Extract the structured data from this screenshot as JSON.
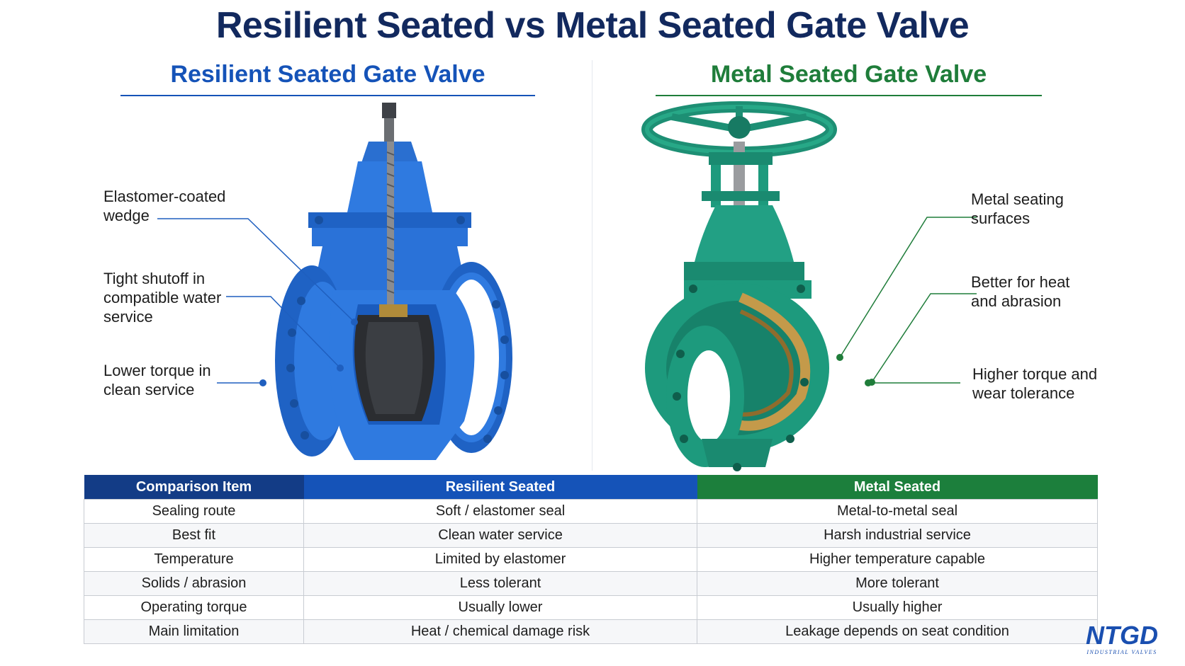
{
  "title": "Resilient Seated vs Metal Seated Gate Valve",
  "left_panel": {
    "heading": "Resilient Seated Gate Valve",
    "callouts": [
      "Elastomer-coated\nwedge",
      "Tight shutoff in\ncompatible water\nservice",
      "Lower torque in\nclean service"
    ]
  },
  "right_panel": {
    "heading": "Metal Seated Gate Valve",
    "callouts": [
      "Metal seating\nsurfaces",
      "Better for heat\nand abrasion",
      "Higher torque and\nwear tolerance"
    ]
  },
  "table": {
    "headers": [
      "Comparison Item",
      "Resilient Seated",
      "Metal Seated"
    ],
    "rows": [
      [
        "Sealing route",
        "Soft / elastomer seal",
        "Metal-to-metal seal"
      ],
      [
        "Best fit",
        "Clean water service",
        "Harsh industrial service"
      ],
      [
        "Temperature",
        "Limited by elastomer",
        "Higher temperature capable"
      ],
      [
        "Solids / abrasion",
        "Less tolerant",
        "More tolerant"
      ],
      [
        "Operating torque",
        "Usually lower",
        "Usually higher"
      ],
      [
        "Main limitation",
        "Heat / chemical damage risk",
        "Leakage depends on seat condition"
      ]
    ]
  },
  "logo": {
    "mark": "NTGD",
    "tagline": "INDUSTRIAL VALVES"
  },
  "colors": {
    "title": "#12295e",
    "resilient_blue": "#1553b8",
    "metal_green": "#1c7f3c",
    "valve_blue": "#1f6fd6",
    "valve_green": "#1f9a80"
  }
}
